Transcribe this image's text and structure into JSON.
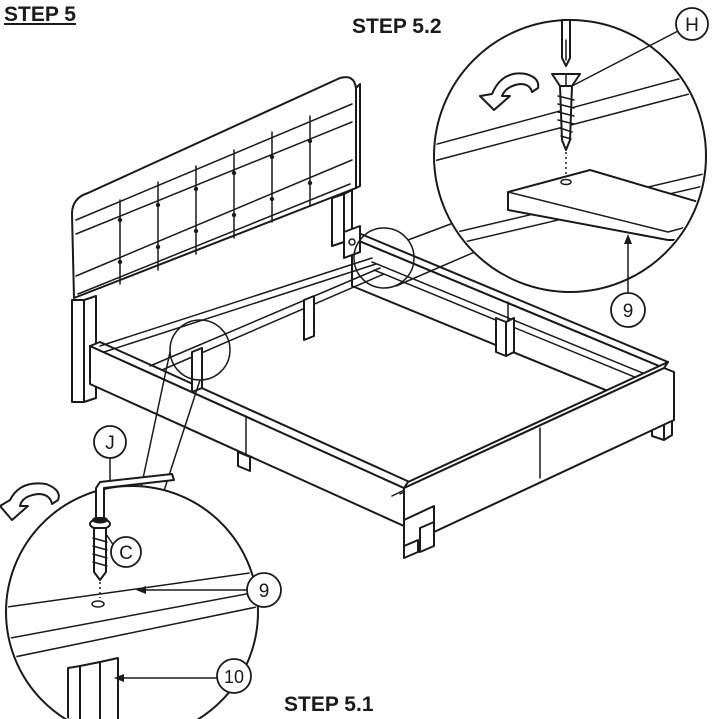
{
  "headings": {
    "step": "STEP 5",
    "step_5_2": "STEP 5.2",
    "step_5_1": "STEP 5.1"
  },
  "callouts": {
    "H": "H",
    "J": "J",
    "C": "C",
    "nine_top": "9",
    "nine_bottom": "9",
    "ten": "10"
  },
  "colors": {
    "ink": "#1a1a1a",
    "background": "#ffffff"
  }
}
